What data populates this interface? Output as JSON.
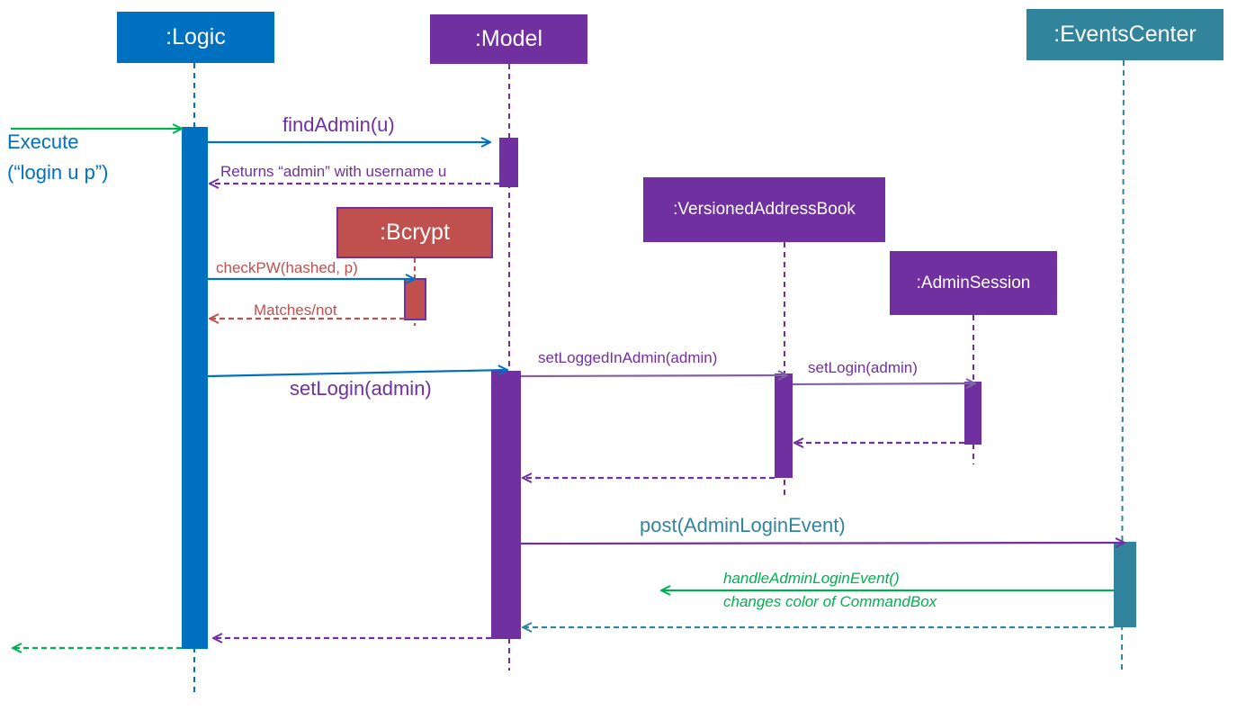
{
  "participants": {
    "logic": {
      "label": ":Logic",
      "color": "#0070c0"
    },
    "model": {
      "label": ":Model",
      "color": "#7030a0"
    },
    "bcrypt": {
      "label": ":Bcrypt",
      "color": "#c0504d"
    },
    "versioned_address_book": {
      "label": ":VersionedAddressBook",
      "color": "#7030a0"
    },
    "admin_session": {
      "label": ":AdminSession",
      "color": "#7030a0"
    },
    "events_center": {
      "label": ":EventsCenter",
      "color": "#31849b"
    }
  },
  "messages": {
    "execute_line1": "Execute",
    "execute_line2": "(“login u p”)",
    "find_admin": "findAdmin(u)",
    "returns_admin": "Returns “admin” with username u",
    "check_pw": "checkPW(hashed, p)",
    "matches": "Matches/not",
    "set_login_model": "setLogin(admin)",
    "set_logged_in_admin": "setLoggedInAdmin(admin)",
    "set_login_session": "setLogin(admin)",
    "post_event": "post(AdminLoginEvent)",
    "handle_event_line1": "handleAdminLoginEvent()",
    "handle_event_line2": "changes color of CommandBox"
  },
  "colors": {
    "logic_blue": "#0070c0",
    "model_purple": "#7030a0",
    "bcrypt_red": "#c0504d",
    "events_teal": "#31849b",
    "arrow_green": "#00b050",
    "arrow_lavender": "#8064a2"
  }
}
